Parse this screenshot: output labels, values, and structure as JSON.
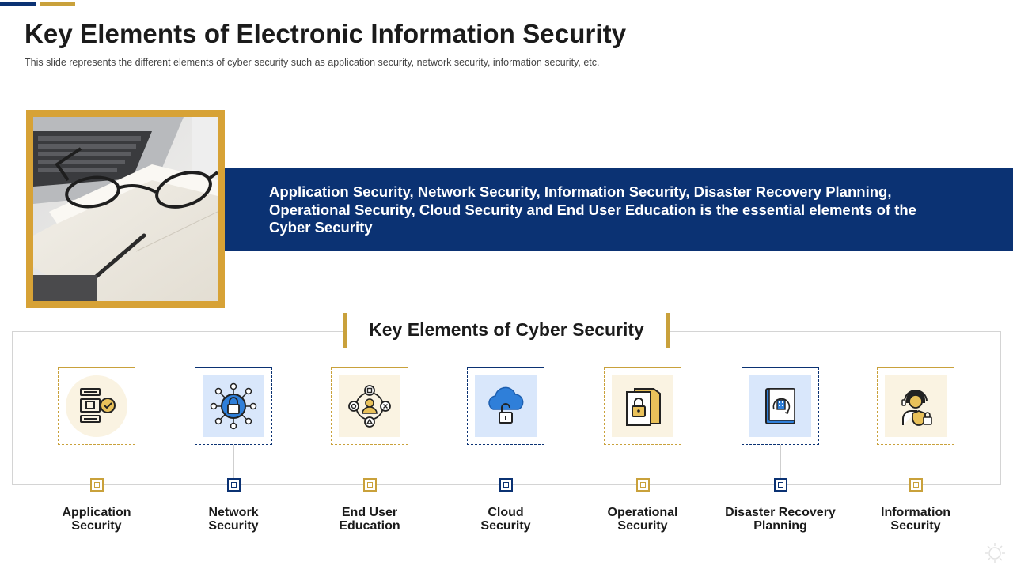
{
  "slide": {
    "title": "Key Elements of Electronic Information Security",
    "subtitle": "This slide represents the different  elements of cyber security such as application security, network security, information  security, etc."
  },
  "banner": {
    "text": "Application Security, Network Security, Information Security, Disaster Recovery Planning, Operational Security, Cloud Security and End User Education is the essential elements of the Cyber Security"
  },
  "section": {
    "heading": "Key Elements of Cyber Security"
  },
  "elements": [
    {
      "line1": "Application",
      "line2": "Security",
      "icon": "application-security-icon",
      "theme": "gold"
    },
    {
      "line1": "Network",
      "line2": "Security",
      "icon": "network-lock-icon",
      "theme": "navy"
    },
    {
      "line1": "End User",
      "line2": "Education",
      "icon": "user-education-icon",
      "theme": "gold"
    },
    {
      "line1": "Cloud",
      "line2": "Security",
      "icon": "cloud-lock-icon",
      "theme": "navy"
    },
    {
      "line1": "Operational",
      "line2": "Security",
      "icon": "padlock-folder-icon",
      "theme": "gold"
    },
    {
      "line1": "Disaster Recovery",
      "line2": "Planning",
      "icon": "recovery-book-icon",
      "theme": "navy"
    },
    {
      "line1": "Information",
      "line2": "Security",
      "icon": "person-shield-icon",
      "theme": "gold"
    }
  ],
  "colors": {
    "navy": "#0b3273",
    "gold": "#c9a13b",
    "icon_blue": "#2f7fd9"
  }
}
